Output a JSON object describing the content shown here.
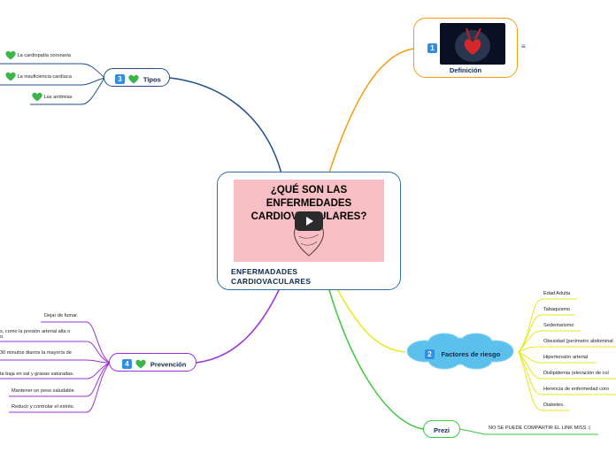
{
  "central": {
    "image_title": "¿QUÉ SON LAS ENFERMEDADES CARDIOVASCULARES?",
    "title_line1": "¿QUÉ SON LAS",
    "title_line2": "ENFERMEDADES",
    "title_line3": "CARDIOVASCULARES?",
    "label_line1": "ENFERMADADES",
    "label_line2": "CARDIOVACULARES"
  },
  "definicion": {
    "badge": "1",
    "label": "Definición",
    "note_icon": "≡"
  },
  "factores": {
    "badge": "2",
    "label": "Factores de riesgo",
    "items": [
      "Edad Adulta",
      "Tabaquismo",
      "Sedentarismo",
      "Obesidad (perímetro abdominal",
      "Hipertensión arterial",
      "Dislipidemia (elevación de col",
      "Herencia de enfermedad coro",
      "Diabetes."
    ]
  },
  "tipos": {
    "badge": "3",
    "label": "Tipos",
    "items": [
      "La cardiopatía coronaria",
      "La insuficiencia cardíaca",
      "Las arritmias"
    ]
  },
  "prevencion": {
    "badge": "4",
    "label": "Prevención",
    "items": [
      "Dejar de fumar.",
      "s, como la presión arterial alta o",
      "o.",
      "30 minutos diarios la mayoría de",
      "ta baja en sal y grasas saturadas.",
      "Mantener un peso saludable.",
      "Reducir y controlar el estrés."
    ]
  },
  "prezi": {
    "label": "Prezi",
    "note": "NO SE PUEDE COMPARTIR EL LINK MISS :("
  },
  "colors": {
    "tipos_branch": "#1f4e8c",
    "definicion_branch": "#f39c12",
    "prevencion_branch": "#9b30d9",
    "factores_branch": "#e8e81a",
    "prezi_branch": "#3cc83c",
    "cloud": "#5bc0eb",
    "badge": "#2f8fe0",
    "heart": "#3bb54a",
    "image_bg": "#f7bfc3"
  }
}
